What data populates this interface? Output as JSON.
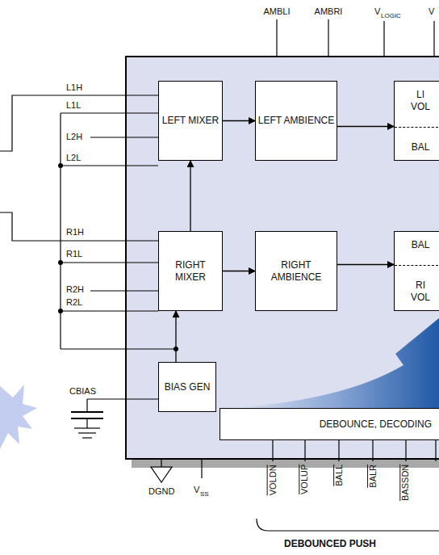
{
  "diagram": {
    "nodes": [
      {
        "text": [
          "LEFT MIXER"
        ]
      },
      {
        "text": [
          "LEFT AMBIENCE"
        ]
      },
      {
        "text": [
          "LI VOL",
          "BAL"
        ]
      },
      {
        "text": [
          "RIGHT MIXER"
        ]
      },
      {
        "text": [
          "RIGHT AMBIENCE"
        ]
      },
      {
        "text": [
          "BAL",
          "RI VOL"
        ]
      },
      {
        "text": [
          "BIAS GEN"
        ]
      },
      {
        "text": [
          "DEBOUNCE, DECODING"
        ]
      }
    ],
    "edges": [
      {
        "from": 0,
        "to": 1,
        "arrow": "to"
      },
      {
        "from": 1,
        "to": 2,
        "arrow": "to"
      },
      {
        "from": 3,
        "to": 0,
        "arrow": "to"
      },
      {
        "from": 3,
        "to": 4,
        "arrow": "to"
      },
      {
        "from": 4,
        "to": 5,
        "arrow": "to"
      },
      {
        "from": 6,
        "to": 3,
        "arrow": "to"
      }
    ],
    "labels": [
      "L1H",
      "L1L",
      "L2H",
      "L2L",
      "R1H",
      "R1L",
      "R2H",
      "R2L",
      "CBIAS",
      "AMBLI",
      "AMBRI",
      "V",
      "LOGIC",
      "V",
      "DGND",
      "V",
      "SS",
      "VOLDN",
      "VOLUP",
      "BALL",
      "BALR",
      "BASSDN",
      "DEBOUNCED PUSH"
    ]
  }
}
